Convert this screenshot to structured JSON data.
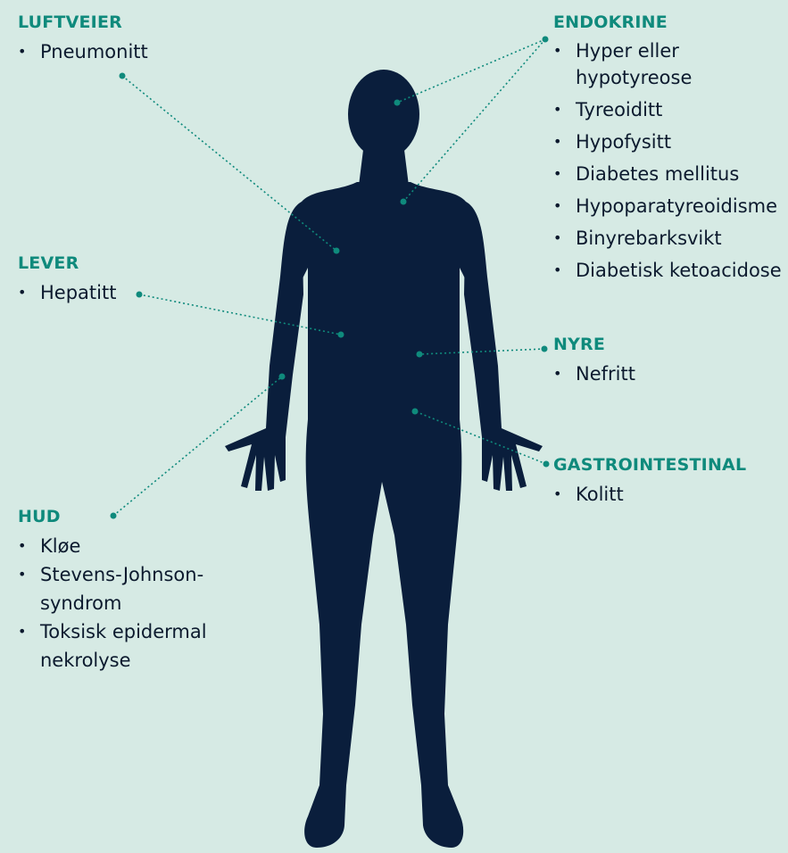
{
  "colors": {
    "background": "#d6eae4",
    "accent": "#0f8a7c",
    "silhouette": "#0a1e3c",
    "text": "#0c1a2e"
  },
  "groups": {
    "luftveier": {
      "title": "LUFTVEIER",
      "items": [
        "Pneumonitt"
      ]
    },
    "lever": {
      "title": "LEVER",
      "items": [
        "Hepatitt"
      ]
    },
    "hud": {
      "title": "HUD",
      "items": [
        "Kløe",
        "Stevens-Johnson-\nsyndrom",
        "Toksisk epidermal\nnekrolyse"
      ]
    },
    "endokrine": {
      "title": "ENDOKRINE",
      "items": [
        "Hyper eller\nhypotyreose",
        "Tyreoiditt",
        "Hypofysitt",
        "Diabetes mellitus",
        "Hypoparatyreoidisme",
        "Binyrebarksvikt",
        "Diabetisk ketoacidose"
      ]
    },
    "nyre": {
      "title": "NYRE",
      "items": [
        "Nefritt"
      ]
    },
    "gastro": {
      "title": "GASTROINTESTINAL",
      "items": [
        "Kolitt"
      ]
    }
  }
}
